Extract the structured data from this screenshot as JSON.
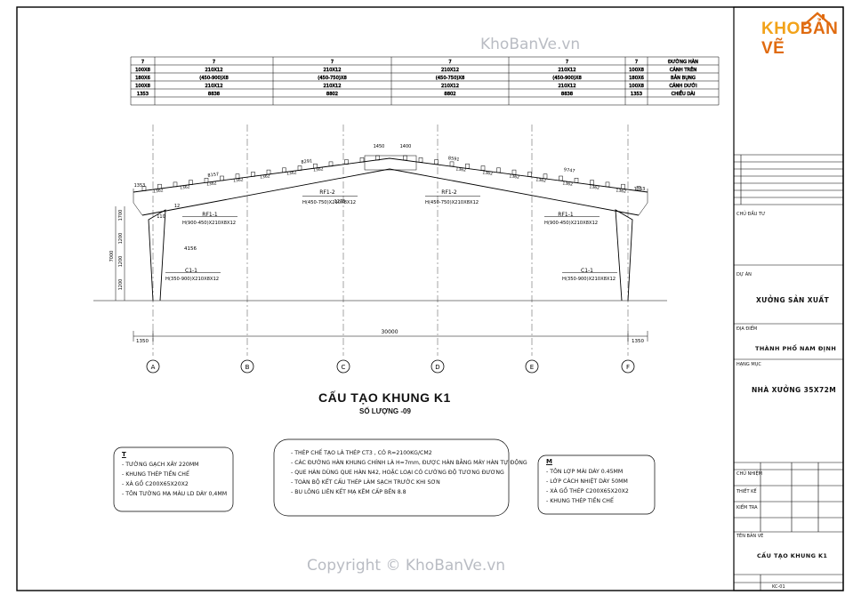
{
  "watermark": {
    "top": "KhoBanVe.vn",
    "bottom": "Copyright © KhoBanVe.vn"
  },
  "logo": {
    "part1": "KHO",
    "part2": "BẢN VẼ"
  },
  "schedule": {
    "rows": [
      {
        "label": "ĐƯỜNG HÀN",
        "cells": [
          "7",
          "7",
          "7",
          "7",
          "7",
          "7"
        ]
      },
      {
        "label": "CÁNH TRÊN",
        "cells": [
          "100X8",
          "210X12",
          "210X12",
          "210X12",
          "210X12",
          "100X8"
        ]
      },
      {
        "label": "BẢN BỤNG",
        "cells": [
          "180X6",
          "(450-900)X8",
          "(450-750)X8",
          "(450-750)X8",
          "(450-900)X8",
          "180X6"
        ]
      },
      {
        "label": "CÁNH DƯỚI",
        "cells": [
          "100X8",
          "210X12",
          "210X12",
          "210X12",
          "210X12",
          "100X8"
        ]
      },
      {
        "label": "CHIỀU DÀI",
        "cells": [
          "1353",
          "8838",
          "8802",
          "8802",
          "8838",
          "1353"
        ]
      }
    ]
  },
  "frame": {
    "members": [
      {
        "id": "RF1-1",
        "size": "H(900-450)X210X8X12"
      },
      {
        "id": "RF1-2",
        "size": "H(450-750)X210X8X12"
      },
      {
        "id": "RF1-2",
        "size": "H(450-750)X210X8X12"
      },
      {
        "id": "RF1-1",
        "size": "H(900-450)X210X8X12"
      },
      {
        "id": "C1-1",
        "size": "H(350-900)X210X8X12"
      },
      {
        "id": "C1-1",
        "size": "H(350-900)X210X8X12"
      }
    ],
    "dims": {
      "span": "30000",
      "overhang_left": "1350",
      "overhang_right": "1350",
      "rafter_lengths": [
        "8157",
        "8291",
        "8591",
        "9747"
      ],
      "ridge": [
        "1450",
        "1400"
      ],
      "height": "7000",
      "column_parts": [
        "1700",
        "1200",
        "1200",
        "1200"
      ],
      "misc": [
        "4156",
        "1275",
        "110",
        "12",
        "1353",
        "1353"
      ]
    },
    "axes": [
      "A",
      "B",
      "C",
      "D",
      "E",
      "F"
    ],
    "purlin_spacing": [
      "1362",
      "1362",
      "1362",
      "1362",
      "1362",
      "1362",
      "1362",
      "1362",
      "1362",
      "1362",
      "1362",
      "1362",
      "1362",
      "1362"
    ]
  },
  "title": "CẤU TẠO KHUNG K1",
  "subtitle": "SỐ LƯỢNG -09",
  "notes": {
    "wall": {
      "heading": "T",
      "lines": [
        "TƯỜNG GẠCH XÂY 220MM",
        "KHUNG THÉP TIỀN CHẾ",
        "XÀ GỒ C200X65X20X2",
        "TÔN TƯỜNG MẠ MÀU LD DÀY 0,4MM"
      ]
    },
    "general": {
      "lines": [
        "THÉP CHẾ TẠO LÀ THÉP CT3 , CÓ R=2100KG/CM2",
        "CÁC ĐƯỜNG HÀN KHUNG CHÍNH LÀ H=7mm, ĐƯỢC HÀN BẰNG MÁY HÀN TỰ ĐỘNG",
        "QUE HÀN DÙNG QUE HÀN N42, HOẶC LOẠI CÓ CƯỜNG ĐỘ TƯƠNG ĐƯƠNG",
        "TOÀN BỘ KẾT CẤU THÉP LÀM SẠCH TRƯỚC KHI SƠN",
        "BU LÔNG LIÊN KẾT MẠ KẼM CẤP BỀN 8.8"
      ]
    },
    "roof": {
      "heading": "M",
      "lines": [
        "TÔN LỢP MÁI DÀY 0.45MM",
        "LỚP CÁCH NHIỆT DÀY 50MM",
        "XÀ GỒ THÉP C200X65X20X2",
        "KHUNG THÉP TIỀN CHẾ"
      ]
    }
  },
  "title_block": {
    "owner_label": "CHỦ ĐẦU TƯ",
    "project_label": "DỰ ÁN",
    "project": "XƯỞNG SẢN XUẤT",
    "location_label": "ĐỊA ĐIỂM",
    "location": "THÀNH PHỐ NAM ĐỊNH",
    "item_label": "HẠNG MỤC",
    "item": "NHÀ XƯỞNG 35X72M",
    "drawing_label": "TÊN BẢN VẼ",
    "drawing": "CẤU TẠO KHUNG K1",
    "sign_labels": [
      "CHỦ NHIỆM",
      "THIẾT KẾ",
      "KIỂM TRA"
    ],
    "sheet_label": "KC-01"
  }
}
